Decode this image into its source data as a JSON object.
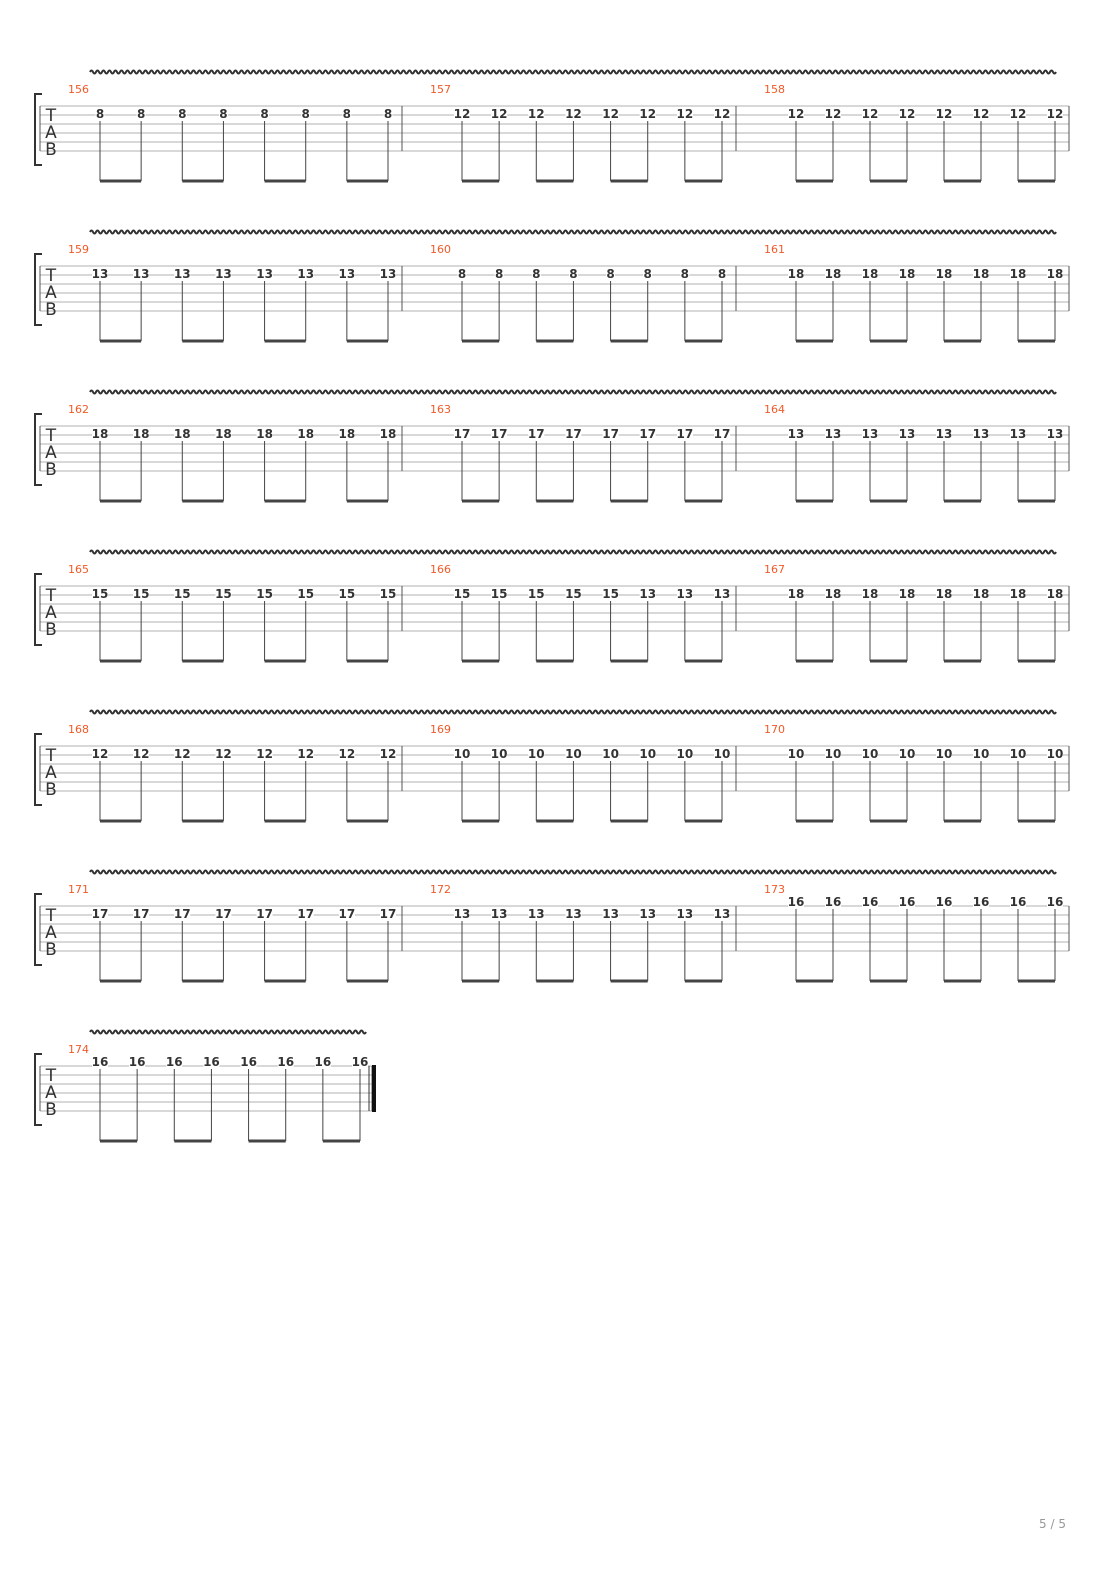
{
  "page_number": "5 / 5",
  "clef_letters": [
    "T",
    "A",
    "B"
  ],
  "effect": "vibrato",
  "systems": [
    {
      "measures": [
        {
          "number": "156",
          "notes": [
            "8",
            "8",
            "8",
            "8",
            "8",
            "8",
            "8",
            "8"
          ],
          "string": 1
        },
        {
          "number": "157",
          "notes": [
            "12",
            "12",
            "12",
            "12",
            "12",
            "12",
            "12",
            "12"
          ],
          "string": 1
        },
        {
          "number": "158",
          "notes": [
            "12",
            "12",
            "12",
            "12",
            "12",
            "12",
            "12",
            "12"
          ],
          "string": 1
        }
      ]
    },
    {
      "measures": [
        {
          "number": "159",
          "notes": [
            "13",
            "13",
            "13",
            "13",
            "13",
            "13",
            "13",
            "13"
          ],
          "string": 1
        },
        {
          "number": "160",
          "notes": [
            "8",
            "8",
            "8",
            "8",
            "8",
            "8",
            "8",
            "8"
          ],
          "string": 1
        },
        {
          "number": "161",
          "notes": [
            "18",
            "18",
            "18",
            "18",
            "18",
            "18",
            "18",
            "18"
          ],
          "string": 1
        }
      ]
    },
    {
      "measures": [
        {
          "number": "162",
          "notes": [
            "18",
            "18",
            "18",
            "18",
            "18",
            "18",
            "18",
            "18"
          ],
          "string": 1
        },
        {
          "number": "163",
          "notes": [
            "17",
            "17",
            "17",
            "17",
            "17",
            "17",
            "17",
            "17"
          ],
          "string": 1
        },
        {
          "number": "164",
          "notes": [
            "13",
            "13",
            "13",
            "13",
            "13",
            "13",
            "13",
            "13"
          ],
          "string": 1
        }
      ]
    },
    {
      "measures": [
        {
          "number": "165",
          "notes": [
            "15",
            "15",
            "15",
            "15",
            "15",
            "15",
            "15",
            "15"
          ],
          "string": 1
        },
        {
          "number": "166",
          "notes": [
            "15",
            "15",
            "15",
            "15",
            "15",
            "13",
            "13",
            "13"
          ],
          "string": 1
        },
        {
          "number": "167",
          "notes": [
            "18",
            "18",
            "18",
            "18",
            "18",
            "18",
            "18",
            "18"
          ],
          "string": 1
        }
      ]
    },
    {
      "measures": [
        {
          "number": "168",
          "notes": [
            "12",
            "12",
            "12",
            "12",
            "12",
            "12",
            "12",
            "12"
          ],
          "string": 1
        },
        {
          "number": "169",
          "notes": [
            "10",
            "10",
            "10",
            "10",
            "10",
            "10",
            "10",
            "10"
          ],
          "string": 1
        },
        {
          "number": "170",
          "notes": [
            "10",
            "10",
            "10",
            "10",
            "10",
            "10",
            "10",
            "10"
          ],
          "string": 1
        }
      ]
    },
    {
      "measures": [
        {
          "number": "171",
          "notes": [
            "17",
            "17",
            "17",
            "17",
            "17",
            "17",
            "17",
            "17"
          ],
          "string": 1
        },
        {
          "number": "172",
          "notes": [
            "13",
            "13",
            "13",
            "13",
            "13",
            "13",
            "13",
            "13"
          ],
          "string": 1
        },
        {
          "number": "173",
          "notes": [
            "16",
            "16",
            "16",
            "16",
            "16",
            "16",
            "16",
            "16"
          ],
          "string": 0
        }
      ]
    },
    {
      "measures": [
        {
          "number": "174",
          "notes": [
            "16",
            "16",
            "16",
            "16",
            "16",
            "16",
            "16",
            "16"
          ],
          "string": 0
        }
      ],
      "final": true
    }
  ]
}
